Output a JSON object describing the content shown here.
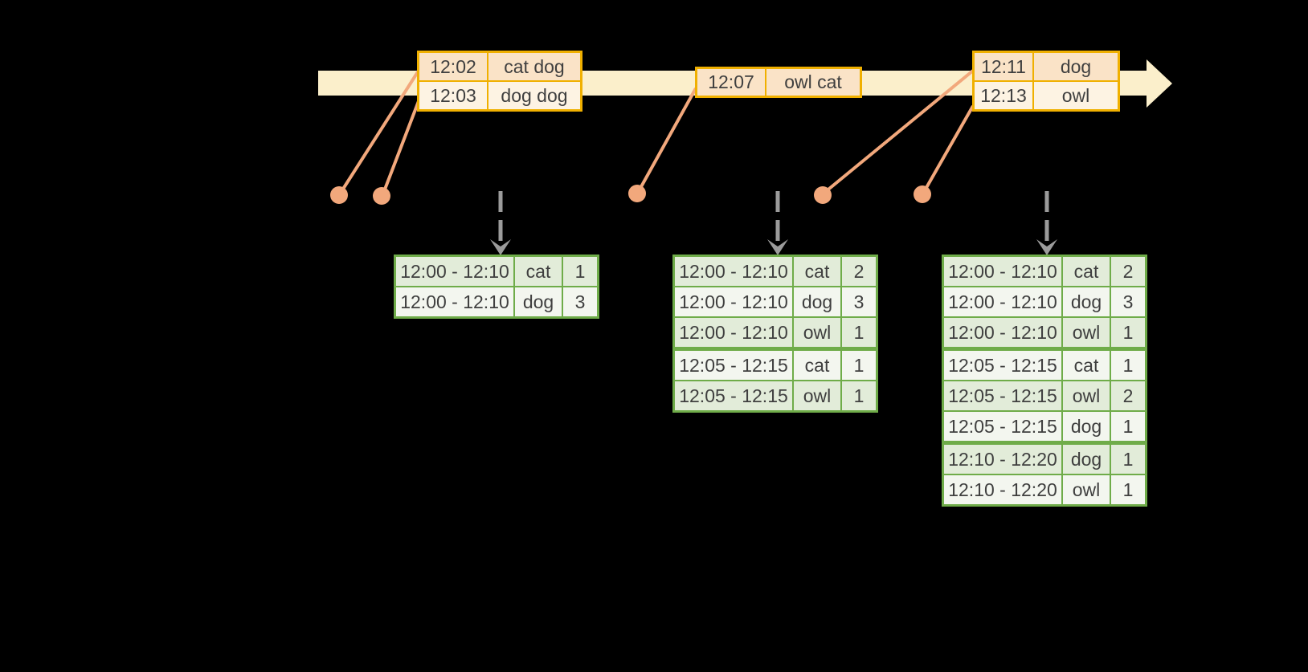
{
  "diagram": {
    "kind": "streaming windowed word-count timeline with per-trigger result tables"
  },
  "colors": {
    "background": "#000000",
    "timeline_fill": "#FBEFCB",
    "event_border": "#F0B000",
    "event_row_dark": "#FAE3C7",
    "event_row_light": "#FDF3E3",
    "marker": "#F2A87C",
    "dashed_arrow": "#9B9B9B",
    "table_border": "#6FAC49",
    "table_row_green": "#E2ECD9",
    "table_row_white": "#F3F6EF",
    "text": "#3F3F3F"
  },
  "timeline": {
    "events": [
      {
        "rows": [
          {
            "time": "12:02",
            "words": "cat dog"
          },
          {
            "time": "12:03",
            "words": "dog dog"
          }
        ]
      },
      {
        "rows": [
          {
            "time": "12:07",
            "words": "owl cat"
          }
        ]
      },
      {
        "rows": [
          {
            "time": "12:11",
            "words": "dog"
          },
          {
            "time": "12:13",
            "words": "owl"
          }
        ]
      }
    ]
  },
  "result_tables": [
    {
      "rows": [
        {
          "window": "12:00 - 12:10",
          "word": "cat",
          "count": "1"
        },
        {
          "window": "12:00 - 12:10",
          "word": "dog",
          "count": "3"
        }
      ]
    },
    {
      "rows": [
        {
          "window": "12:00 - 12:10",
          "word": "cat",
          "count": "2"
        },
        {
          "window": "12:00 - 12:10",
          "word": "dog",
          "count": "3"
        },
        {
          "window": "12:00 - 12:10",
          "word": "owl",
          "count": "1"
        },
        {
          "window": "12:05 - 12:15",
          "word": "cat",
          "count": "1"
        },
        {
          "window": "12:05 - 12:15",
          "word": "owl",
          "count": "1"
        }
      ]
    },
    {
      "rows": [
        {
          "window": "12:00 - 12:10",
          "word": "cat",
          "count": "2"
        },
        {
          "window": "12:00 - 12:10",
          "word": "dog",
          "count": "3"
        },
        {
          "window": "12:00 - 12:10",
          "word": "owl",
          "count": "1"
        },
        {
          "window": "12:05 - 12:15",
          "word": "cat",
          "count": "1"
        },
        {
          "window": "12:05 - 12:15",
          "word": "owl",
          "count": "2"
        },
        {
          "window": "12:05 - 12:15",
          "word": "dog",
          "count": "1"
        },
        {
          "window": "12:10 - 12:20",
          "word": "dog",
          "count": "1"
        },
        {
          "window": "12:10 - 12:20",
          "word": "owl",
          "count": "1"
        }
      ]
    }
  ]
}
